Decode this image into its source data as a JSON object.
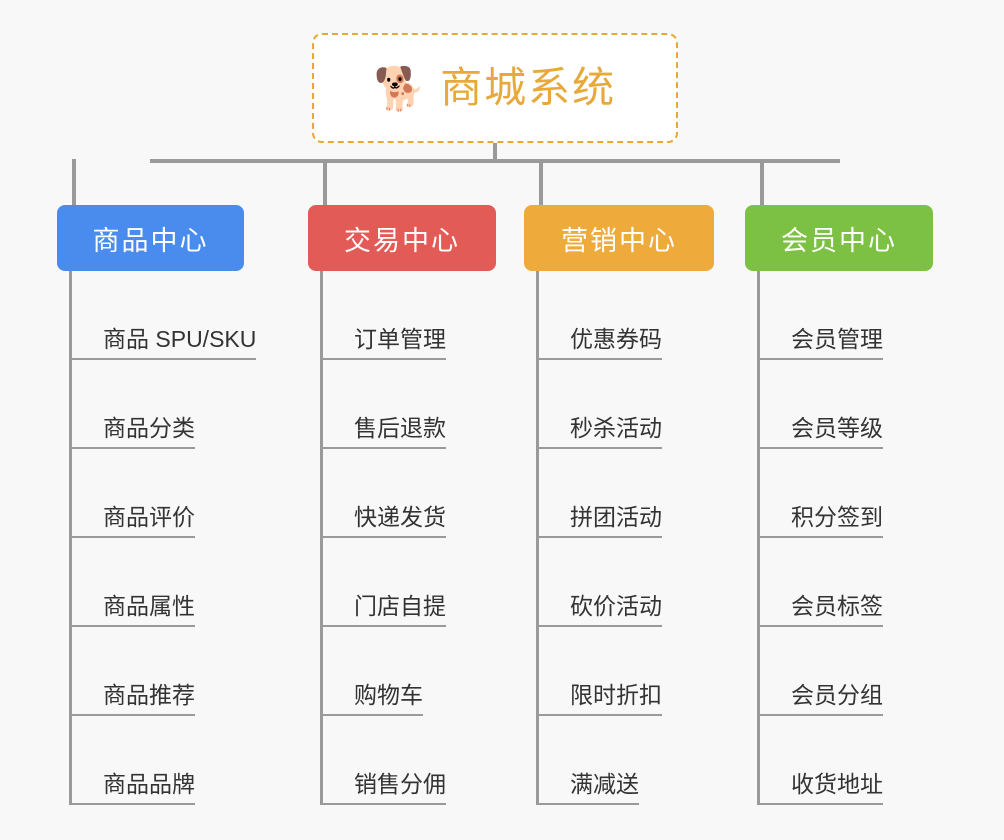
{
  "page": {
    "background_color": "#f8f8f8",
    "type": "mindmap"
  },
  "root": {
    "title": "商城系统",
    "icon": "shiba-dog-emoji",
    "emoji": "🐕",
    "text_color": "#e8a93c",
    "border_color": "#eaa832",
    "background_color": "#ffffff"
  },
  "branches": [
    {
      "label": "商品中心",
      "color": "#4a8ced",
      "items": [
        "商品 SPU/SKU",
        "商品分类",
        "商品评价",
        "商品属性",
        "商品推荐",
        "商品品牌"
      ]
    },
    {
      "label": "交易中心",
      "color": "#e35b57",
      "items": [
        "订单管理",
        "售后退款",
        "快递发货",
        "门店自提",
        "购物车",
        "销售分佣"
      ]
    },
    {
      "label": "营销中心",
      "color": "#eeab3c",
      "items": [
        "优惠券码",
        "秒杀活动",
        "拼团活动",
        "砍价活动",
        "限时折扣",
        "满减送"
      ]
    },
    {
      "label": "会员中心",
      "color": "#7cc143",
      "items": [
        "会员管理",
        "会员等级",
        "积分签到",
        "会员标签",
        "会员分组",
        "收货地址"
      ]
    }
  ],
  "layout": {
    "connector_color": "#9a9a9a",
    "leaf_text_color": "#333333"
  }
}
